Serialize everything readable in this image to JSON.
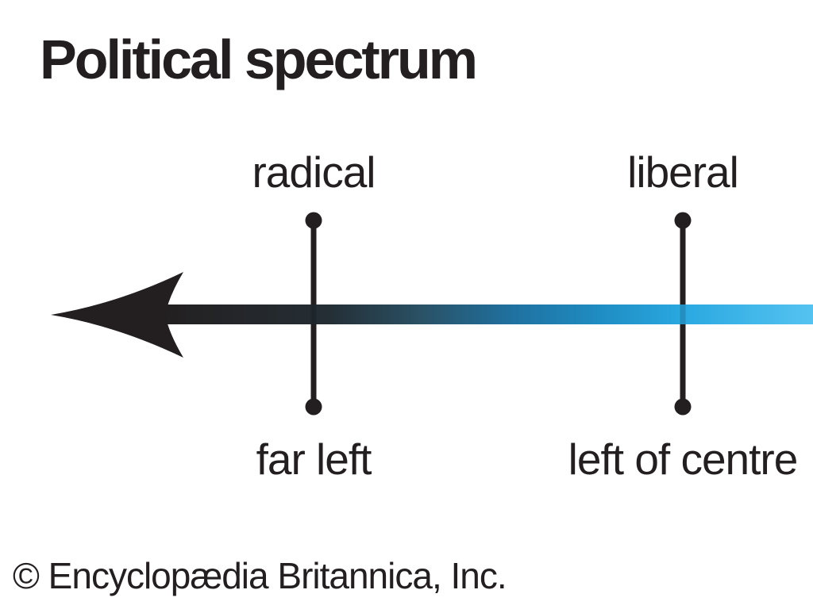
{
  "title": "Political spectrum",
  "credit": "© Encyclopædia Britannica, Inc.",
  "colors": {
    "ink": "#231f20",
    "gradient_black": "#231f20",
    "gradient_dark_blue_black": "#242e35",
    "gradient_dark_teal": "#2a5165",
    "gradient_mid_blue": "#1f71a0",
    "gradient_blue": "#1f8ec4",
    "gradient_bright_blue": "#2aa8e0",
    "gradient_light_blue": "#55c3f1"
  },
  "spectrum": {
    "arrow_direction": "left",
    "markers": [
      {
        "top_label": "radical",
        "bottom_label": "far left"
      },
      {
        "top_label": "liberal",
        "bottom_label": "left of centre"
      }
    ]
  }
}
